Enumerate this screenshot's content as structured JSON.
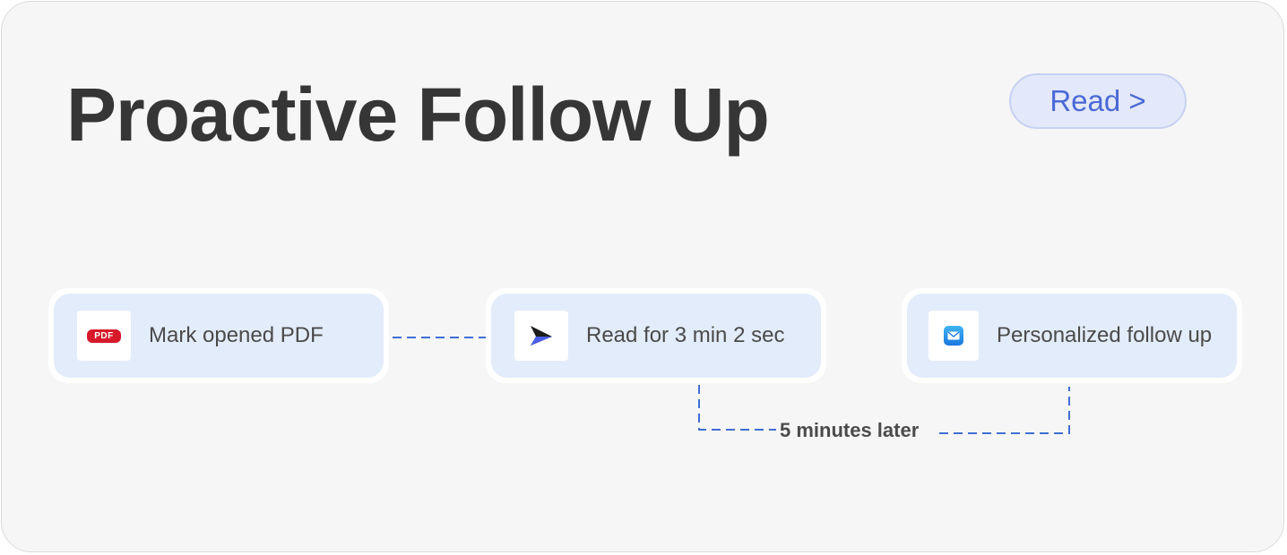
{
  "title": "Proactive Follow Up",
  "read_button": {
    "label": "Read >"
  },
  "flow": {
    "steps": [
      {
        "label": "Mark opened PDF",
        "icon": "pdf-icon",
        "badge": "PDF"
      },
      {
        "label": "Read for 3 min 2 sec",
        "icon": "paper-plane-icon"
      },
      {
        "label": "Personalized follow up",
        "icon": "mail-icon"
      }
    ],
    "delay_label": "5 minutes later"
  },
  "colors": {
    "accent": "#4a69d6",
    "connector": "#3f6fd3",
    "node_bg": "#e3ecfb",
    "title": "#363636",
    "pdf_red": "#d7192a"
  }
}
